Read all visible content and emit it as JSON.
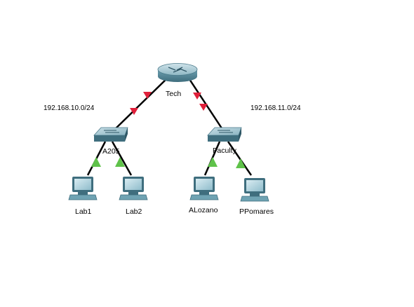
{
  "devices": {
    "router": {
      "name": "Tech"
    },
    "switch_left": {
      "name": "A205"
    },
    "switch_right": {
      "name": "Faculty"
    },
    "pc1": {
      "name": "Lab1"
    },
    "pc2": {
      "name": "Lab2"
    },
    "pc3": {
      "name": "ALozano"
    },
    "pc4": {
      "name": "PPomares"
    }
  },
  "networks": {
    "left": "192.168.10.0/24",
    "right": "192.168.11.0/24"
  },
  "link_status": {
    "router_to_switches": "down",
    "switches_to_pcs": "up"
  },
  "colors": {
    "link_down": "#e0203a",
    "link_up": "#5fc24a",
    "cable": "#000000",
    "device_teal": "#6fa3b3",
    "device_dark": "#3f6e7e"
  }
}
